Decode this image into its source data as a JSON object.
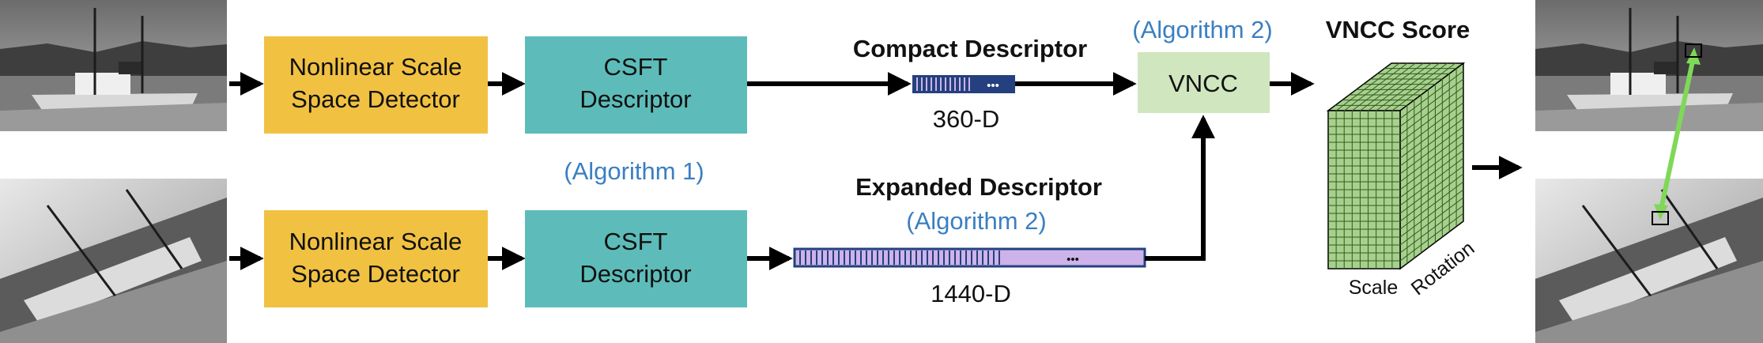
{
  "detector": {
    "line1": "Nonlinear Scale",
    "line2": "Space Detector"
  },
  "csft": {
    "line1": "CSFT",
    "line2": "Descriptor"
  },
  "algorithm1": "(Algorithm 1)",
  "algorithm2": "(Algorithm 2)",
  "compact": {
    "title": "Compact Descriptor",
    "dims": "360-D",
    "ellipsis": "•••"
  },
  "expanded": {
    "title": "Expanded Descriptor",
    "dims": "1440-D",
    "ellipsis": "•••"
  },
  "vncc": {
    "label": "VNCC"
  },
  "score": {
    "title": "VNCC Score",
    "scale": "Scale",
    "rotation": "Rotation"
  },
  "colors": {
    "detector": "#f1c142",
    "csft": "#5dbcb9",
    "vncc": "#cfe6bf",
    "compact_bar": "#24407e",
    "expanded_bar": "#cdb3ea",
    "grid": "#a8d08d",
    "match_line": "#7ed957",
    "algo_text": "#3a7fc1"
  },
  "icons": [
    "photo-boat-thumbnail",
    "photo-rotated-boat-thumbnail",
    "match-arrow-icon",
    "cube-grid-icon"
  ]
}
